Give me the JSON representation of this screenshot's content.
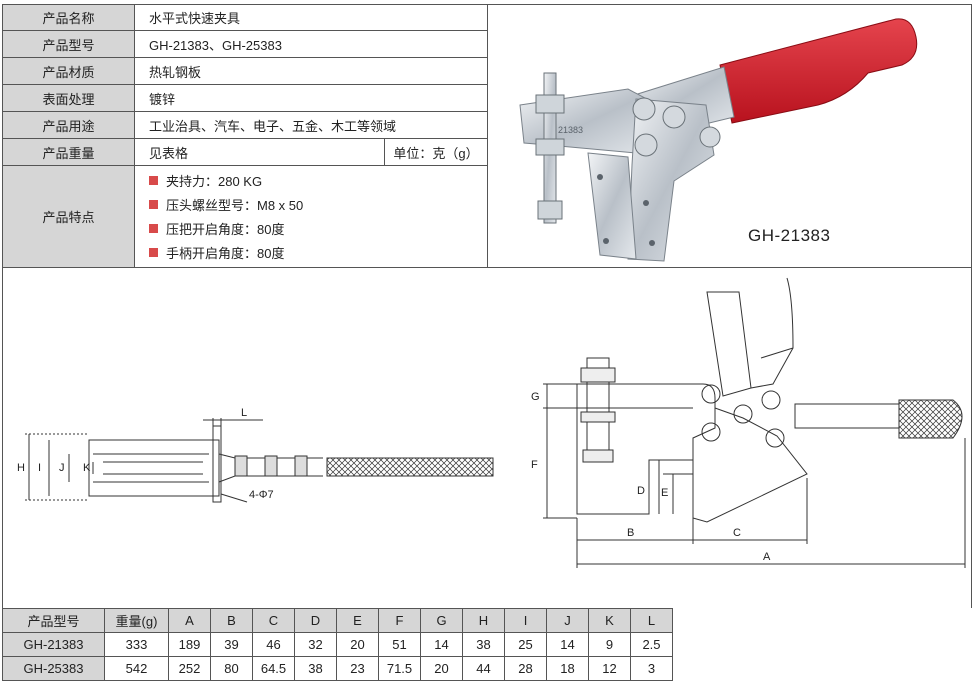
{
  "spec": {
    "rows": [
      {
        "label": "产品名称",
        "value": "水平式快速夹具"
      },
      {
        "label": "产品型号",
        "value": "GH-21383、GH-25383"
      },
      {
        "label": "产品材质",
        "value": "热轧钢板"
      },
      {
        "label": "表面处理",
        "value": "镀锌"
      },
      {
        "label": "产品用途",
        "value": "工业治具、汽车、电子、五金、木工等领域"
      },
      {
        "label": "产品重量",
        "value": "见表格",
        "extra": "单位：克（g）"
      },
      {
        "label": "产品特点"
      }
    ],
    "features": [
      "夹持力：280 KG",
      "压头螺丝型号：M8 x 50",
      "压把开启角度：80度",
      "手柄开启角度：80度"
    ],
    "photo_caption": "GH-21383",
    "accent": "#d84a4a"
  },
  "drawing": {
    "front_labels": {
      "H": "H",
      "I": "I",
      "J": "J",
      "K": "K",
      "L": "L",
      "hole": "4-Φ7"
    },
    "side_labels": {
      "G": "G",
      "F": "F",
      "D": "D",
      "E": "E",
      "B": "B",
      "C": "C",
      "A": "A"
    }
  },
  "dims": {
    "headers": [
      "产品型号",
      "重量(g)",
      "A",
      "B",
      "C",
      "D",
      "E",
      "F",
      "G",
      "H",
      "I",
      "J",
      "K",
      "L"
    ],
    "rows": [
      [
        "GH-21383",
        "333",
        "189",
        "39",
        "46",
        "32",
        "20",
        "51",
        "14",
        "38",
        "25",
        "14",
        "9",
        "2.5"
      ],
      [
        "GH-25383",
        "542",
        "252",
        "80",
        "64.5",
        "38",
        "23",
        "71.5",
        "20",
        "44",
        "28",
        "18",
        "12",
        "3"
      ]
    ]
  }
}
